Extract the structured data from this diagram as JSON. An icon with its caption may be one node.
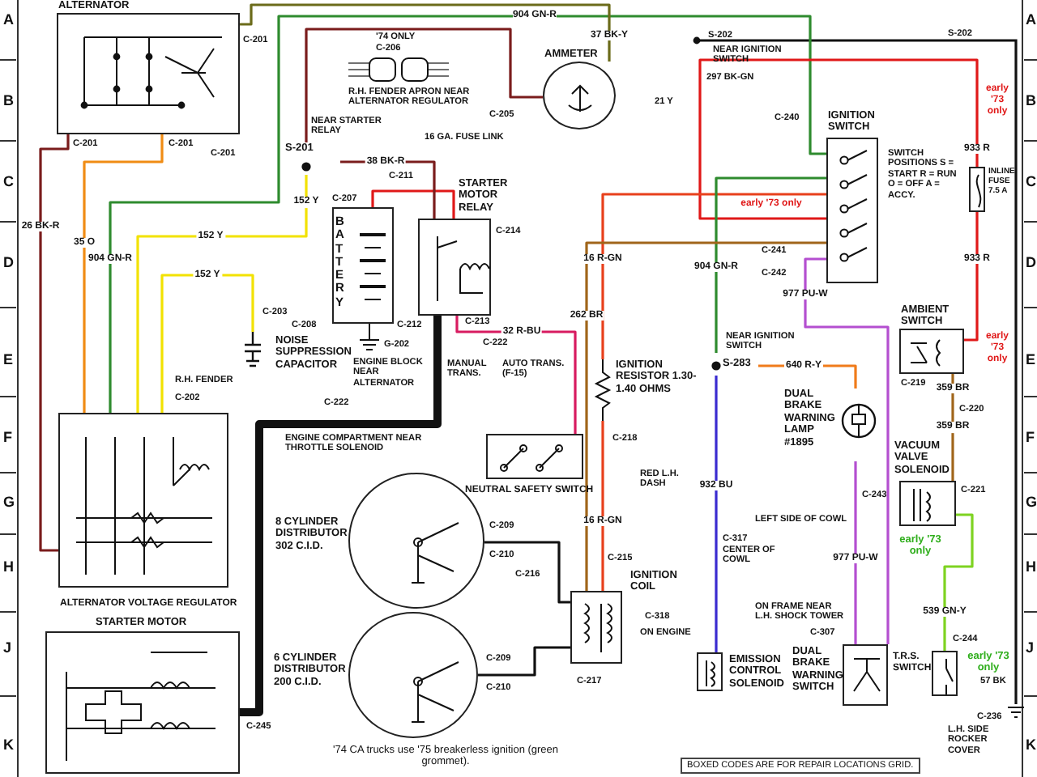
{
  "diagram": {
    "nodes": [
      {
        "text": [
          "ALTERNATOR"
        ]
      },
      {
        "text": [
          "AMMETER"
        ]
      },
      {
        "text": [
          "STARTER MOTOR RELAY"
        ]
      },
      {
        "text": [
          "BATTERY"
        ]
      },
      {
        "text": [
          "IGNITION SWITCH"
        ]
      },
      {
        "text": [
          "INLINE FUSE 7.5 A"
        ]
      },
      {
        "text": [
          "NOISE SUPPRESSION CAPACITOR"
        ]
      },
      {
        "text": [
          "ALTERNATOR VOLTAGE REGULATOR"
        ]
      },
      {
        "text": [
          "STARTER MOTOR"
        ]
      },
      {
        "text": [
          "NEUTRAL SAFETY SWITCH"
        ]
      },
      {
        "text": [
          "IGNITION RESISTOR 1.30- 1.40 OHMS"
        ]
      },
      {
        "text": [
          "DUAL BRAKE WARNING LAMP #1895"
        ]
      },
      {
        "text": [
          "AMBIENT SWITCH"
        ]
      },
      {
        "text": [
          "VACUUM VALVE SOLENOID"
        ]
      },
      {
        "text": [
          "8 CYLINDER DISTRIBUTOR 302 C.I.D."
        ]
      },
      {
        "text": [
          "6 CYLINDER DISTRIBUTOR 200 C.I.D."
        ]
      },
      {
        "text": [
          "IGNITION COIL"
        ]
      },
      {
        "text": [
          "EMISSION CONTROL SOLENOID"
        ]
      },
      {
        "text": [
          "DUAL BRAKE WARNING SWITCH"
        ]
      },
      {
        "text": [
          "T.R.S. SWITCH"
        ]
      },
      {
        "text": [
          "S-201"
        ]
      },
      {
        "text": [
          "S-283"
        ]
      }
    ],
    "edges": [
      {
        "from": 0,
        "to": 7,
        "arrow": "none",
        "label": "26 BK-R",
        "color": "#7a1c1c"
      },
      {
        "from": 0,
        "to": 7,
        "arrow": "none",
        "label": "35 O",
        "color": "#f08c14"
      },
      {
        "from": 7,
        "to": 4,
        "arrow": "none",
        "label": "904 GN-R",
        "color": "#2e8b2e"
      },
      {
        "from": 7,
        "to": 20,
        "arrow": "none",
        "label": "152 Y",
        "color": "#f2e200"
      },
      {
        "from": 6,
        "to": 7,
        "arrow": "none",
        "label": "152 Y",
        "color": "#f2e200"
      },
      {
        "from": 3,
        "to": 2,
        "arrow": "none",
        "color": "#e01818"
      },
      {
        "from": 20,
        "to": 2,
        "arrow": "none",
        "label": "38 BK-R",
        "color": "#7a1c1c"
      },
      {
        "from": 20,
        "to": 1,
        "arrow": "none",
        "color": "#7a1c1c"
      },
      {
        "from": 1,
        "to": 0,
        "arrow": "none",
        "label": "37 BK-Y",
        "color": "#6b6b1a"
      },
      {
        "from": 4,
        "to": 5,
        "arrow": "none",
        "label": "933 R",
        "color": "#e01818"
      },
      {
        "from": 5,
        "to": 12,
        "arrow": "none",
        "label": "933 R",
        "color": "#e01818"
      },
      {
        "from": 12,
        "to": 13,
        "arrow": "none",
        "label": "359 BR",
        "color": "#a0651a"
      },
      {
        "from": 13,
        "to": 19,
        "arrow": "none",
        "label": "539 GN-Y",
        "color": "#7ed321"
      },
      {
        "from": 4,
        "to": 18,
        "arrow": "none",
        "label": "977 PU-W",
        "color": "#b44fd0"
      },
      {
        "from": 11,
        "to": 18,
        "arrow": "none",
        "label": "977 PU-W",
        "color": "#b44fd0"
      },
      {
        "from": 4,
        "to": 10,
        "arrow": "none",
        "label": "16 R-GN",
        "color": "#e8401c"
      },
      {
        "from": 10,
        "to": 16,
        "arrow": "none",
        "label": "16 R-GN",
        "color": "#e8401c"
      },
      {
        "from": 4,
        "to": 21,
        "arrow": "none",
        "label": "904 GN-R",
        "color": "#2e8b2e"
      },
      {
        "from": 21,
        "to": 17,
        "arrow": "none",
        "label": "932 BU",
        "color": "#3a2bd0"
      },
      {
        "from": 21,
        "to": 11,
        "arrow": "none",
        "label": "640 R-Y",
        "color": "#f07b1a"
      },
      {
        "from": 2,
        "to": 9,
        "arrow": "none",
        "label": "32 R-BU",
        "color": "#d81b60"
      },
      {
        "from": 14,
        "to": 16,
        "arrow": "none",
        "color": "#111111"
      },
      {
        "from": 15,
        "to": 16,
        "arrow": "none",
        "color": "#111111"
      },
      {
        "from": 2,
        "to": 8,
        "arrow": "none",
        "style": "thick",
        "color": "#111111"
      },
      {
        "from": 4,
        "to": 16,
        "arrow": "none",
        "label": "262 BR",
        "color": "#a0651a"
      }
    ],
    "labels": [
      "A",
      "B",
      "C",
      "D",
      "E",
      "F",
      "G",
      "H",
      "J",
      "K",
      "A",
      "B",
      "C",
      "D",
      "E",
      "F",
      "G",
      "H",
      "J",
      "K",
      "C-201",
      "C-201",
      "C-201",
      "C-201",
      "'74 ONLY",
      "C-206",
      "R.H. FENDER APRON NEAR ALTERNATOR REGULATOR",
      "NEAR STARTER RELAY",
      "16 GA. FUSE LINK",
      "C-211",
      "C-207",
      "C-214",
      "C-205",
      "S-202",
      "NEAR IGNITION SWITCH",
      "S-202",
      "297 BK-GN",
      "21 Y",
      "C-240",
      "C-241",
      "C-242",
      "SWITCH POSITIONS S = START R = RUN O = OFF A = ACCY.",
      "early '73 only",
      "early '73 only",
      "early '73 only",
      "C-208",
      "C-212",
      "C-213",
      "G-202",
      "ENGINE BLOCK NEAR ALTERNATOR",
      "C-203",
      "R.H. FENDER",
      "C-202",
      "C-222",
      "C-222",
      "ENGINE COMPARTMENT NEAR THROTTLE SOLENOID",
      "MANUAL TRANS.",
      "AUTO TRANS. (F-15)",
      "NEAR IGNITION SWITCH",
      "C-218",
      "RED L.H. DASH",
      "C-317",
      "CENTER OF COWL",
      "C-243",
      "LEFT SIDE OF COWL",
      "C-219",
      "C-220",
      "C-221",
      "early '73 only",
      "early '73 only",
      "C-209",
      "C-210",
      "C-209",
      "C-210",
      "C-216",
      "C-215",
      "C-217",
      "C-318",
      "ON ENGINE",
      "ON FRAME NEAR L.H. SHOCK TOWER",
      "C-307",
      "C-244",
      "57 BK",
      "C-236",
      "L.H. SIDE ROCKER COVER",
      "C-245",
      "'74 CA trucks use '75 breakerless ignition (green grommet).",
      "BOXED CODES ARE FOR REPAIR LOCATIONS GRID.",
      "904 GN-R",
      "152 Y",
      "359 BR"
    ]
  }
}
